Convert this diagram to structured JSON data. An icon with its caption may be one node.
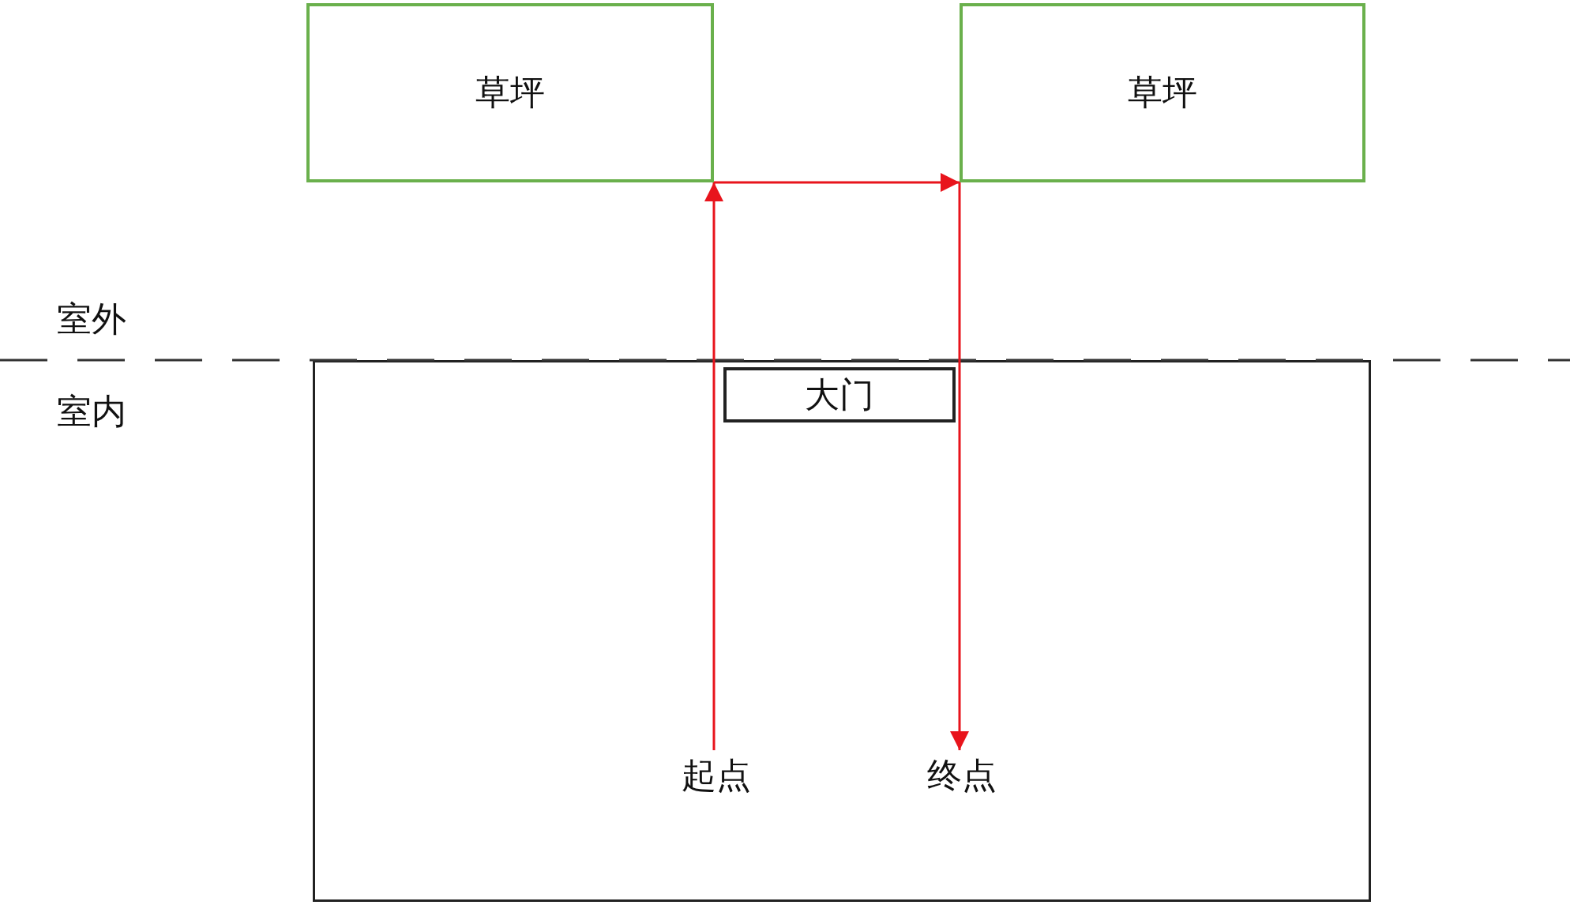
{
  "diagram": {
    "nodes": [
      {
        "text": [
          "草坪"
        ]
      },
      {
        "text": [
          "草坪"
        ]
      },
      {
        "text": [],
        "shape": "box"
      },
      {
        "text": [
          "大门"
        ],
        "in": 2
      },
      {
        "text": [
          "起点"
        ],
        "in": 2
      },
      {
        "text": [
          "终点"
        ],
        "in": 2
      }
    ],
    "edges": [
      {
        "from": 4,
        "to": 0,
        "arrow": "to",
        "color": "#e8141c"
      },
      {
        "from": 0,
        "to": 1,
        "arrow": "to",
        "color": "#e8141c"
      },
      {
        "from": 1,
        "to": 5,
        "arrow": "to",
        "color": "#e8141c"
      }
    ],
    "labels": [
      "室外",
      "室内"
    ]
  }
}
